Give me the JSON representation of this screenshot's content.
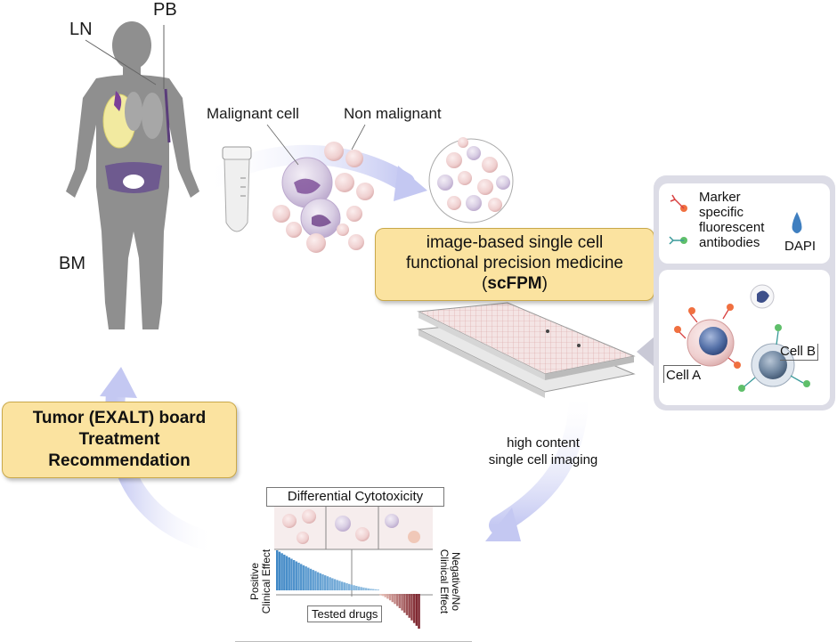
{
  "body_labels": {
    "ln": "LN",
    "pb": "PB",
    "bm": "BM"
  },
  "cell_labels": {
    "malignant": "Malignant  cell",
    "non_malignant": "Non  malignant"
  },
  "scfpm": {
    "line1": "image-based single cell",
    "line2": "functional precision medicine",
    "line3_open": "(",
    "line3_bold": "scFPM",
    "line3_close": ")"
  },
  "tumor_board": {
    "line1": "Tumor  (EXALT)  board",
    "line2": "Treatment",
    "line3": "Recommendation"
  },
  "imaging": {
    "line1": "high content",
    "line2": "single cell imaging"
  },
  "legend": {
    "line1": "Marker",
    "line2": "specific",
    "line3": "fluorescent",
    "line4": "antibodies",
    "dapi": "DAPI"
  },
  "cells": {
    "a": "Cell  A",
    "b": "Cell B"
  },
  "cytotoxicity": {
    "title": "Differential Cytotoxicity",
    "positive": "Positive\nClinical Effect",
    "positive_l1": "Positive",
    "positive_l2": "Clinical Effect",
    "negative_l1": "Negative/No",
    "negative_l2": "Clinical Effect",
    "tested_drugs": "Tested  drugs"
  },
  "colors": {
    "yellow_box": "#fbe3a0",
    "arrow": "#c9cdf4",
    "body": "#8f8f8f",
    "organ_purple": "#7b3f98",
    "positive_blue": "#3b8fc4",
    "negative_red": "#a8323a"
  }
}
